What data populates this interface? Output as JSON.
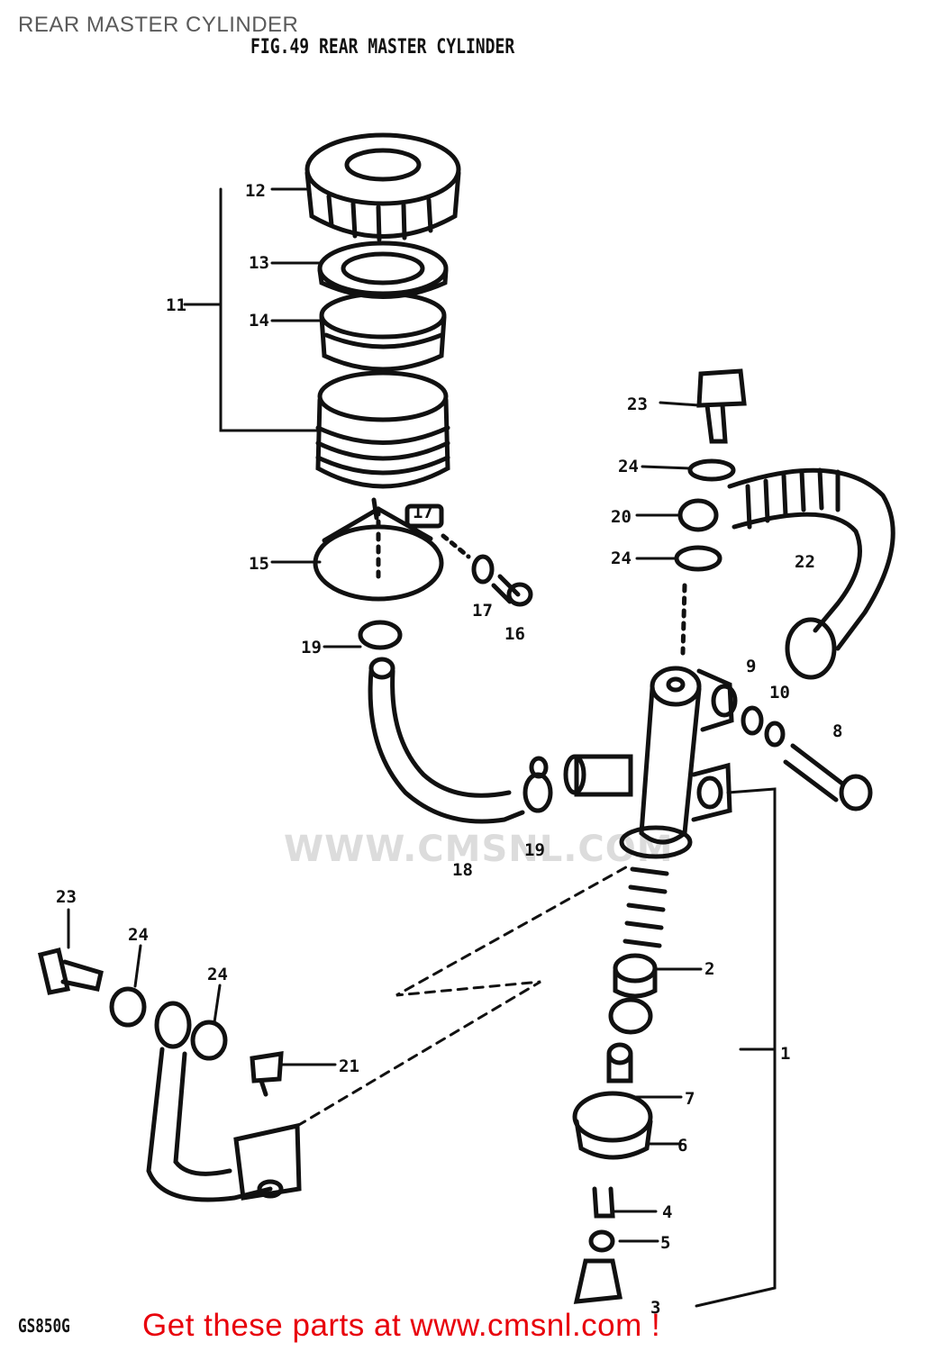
{
  "header": {
    "page_title": "REAR MASTER CYLINDER",
    "figure_title": "FIG.49  REAR MASTER CYLINDER"
  },
  "watermark": {
    "text": "WWW.CMSNL.COM"
  },
  "footer": {
    "model_code": "GS850G",
    "cta": "Get these parts at www.cmsnl.com !",
    "cta_color": "#e8000b"
  },
  "callouts": {
    "c12": "12",
    "c13": "13",
    "c11": "11",
    "c14": "14",
    "c15": "15",
    "c17a": "17",
    "c17b": "17",
    "c16": "16",
    "c19a": "19",
    "c19b": "19",
    "c18": "18",
    "c23a": "23",
    "c24a": "24",
    "c20": "20",
    "c24b": "24",
    "c22": "22",
    "c9": "9",
    "c10": "10",
    "c8": "8",
    "c2": "2",
    "c7": "7",
    "c6": "6",
    "c4": "4",
    "c5": "5",
    "c3": "3",
    "c1": "1",
    "c23b": "23",
    "c24c": "24",
    "c24d": "24",
    "c21": "21"
  }
}
